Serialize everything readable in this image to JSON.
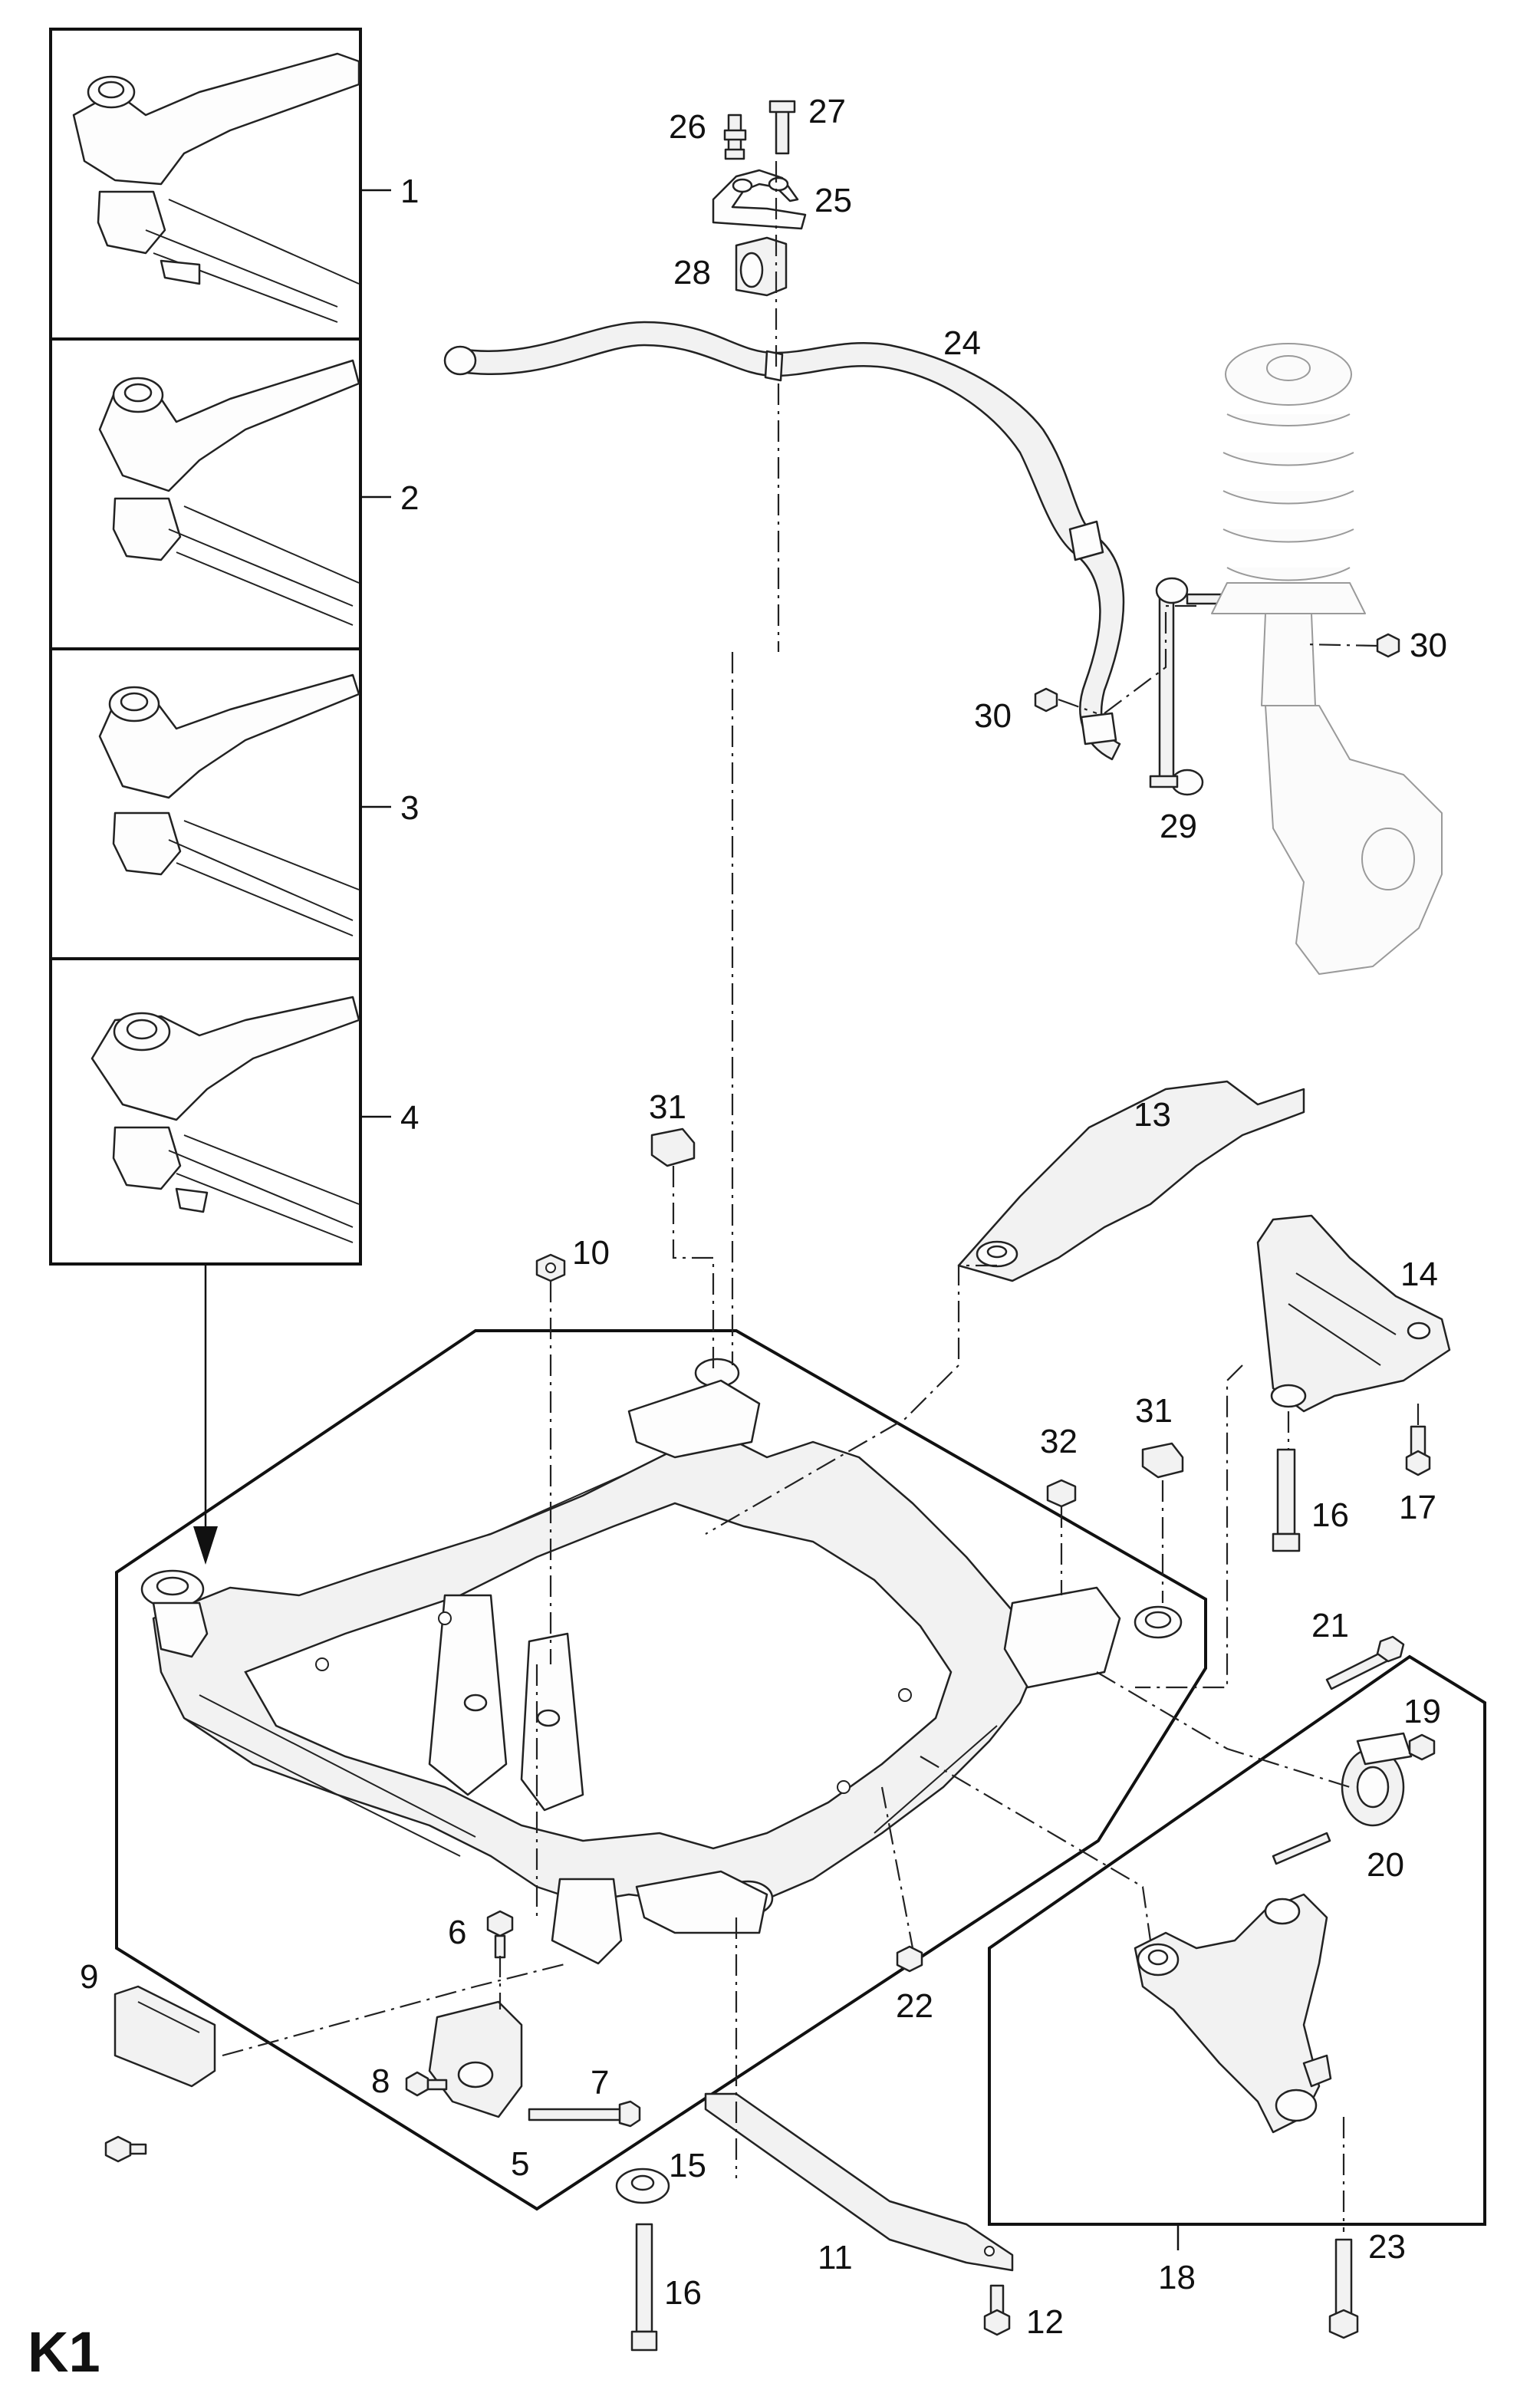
{
  "page_id": "K1",
  "callouts": {
    "c1": "1",
    "c2": "2",
    "c3": "3",
    "c4": "4",
    "c5": "5",
    "c6": "6",
    "c7": "7",
    "c8": "8",
    "c9": "9",
    "c10": "10",
    "c11": "11",
    "c12": "12",
    "c13": "13",
    "c14": "14",
    "c15": "15",
    "c16a": "16",
    "c16b": "16",
    "c17": "17",
    "c18": "18",
    "c19": "19",
    "c20": "20",
    "c21": "21",
    "c22": "22",
    "c23": "23",
    "c24": "24",
    "c25": "25",
    "c26": "26",
    "c27": "27",
    "c28": "28",
    "c29": "29",
    "c30a": "30",
    "c30b": "30",
    "c31a": "31",
    "c31b": "31",
    "c32": "32"
  }
}
